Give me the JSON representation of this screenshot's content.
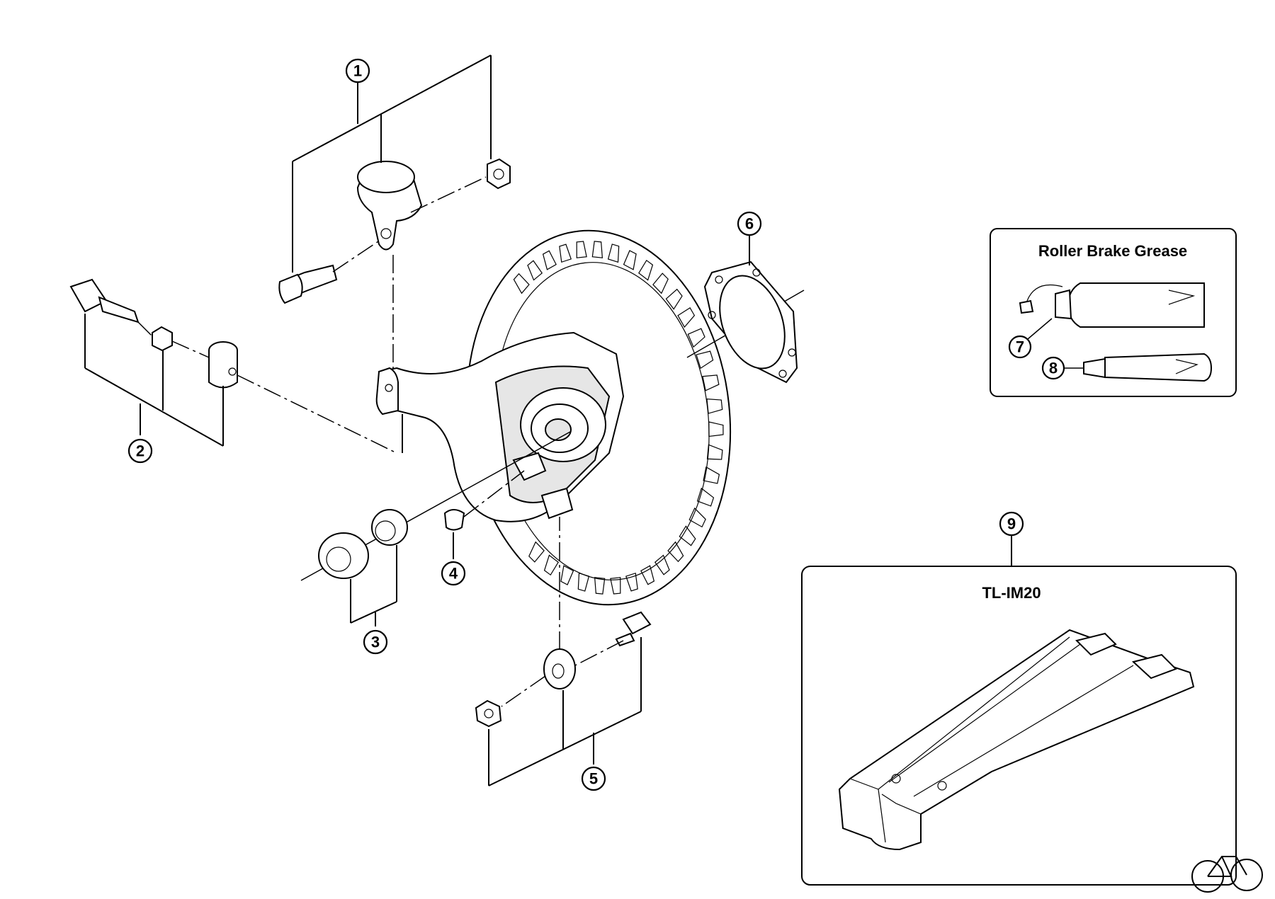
{
  "callouts": {
    "c1": "1",
    "c2": "2",
    "c3": "3",
    "c4": "4",
    "c5": "5",
    "c6": "6",
    "c7": "7",
    "c8": "8",
    "c9": "9"
  },
  "grease_box": {
    "title": "Roller Brake Grease"
  },
  "tool_box": {
    "title": "TL-IM20"
  },
  "logo": {
    "icon": "bicycle-icon"
  }
}
